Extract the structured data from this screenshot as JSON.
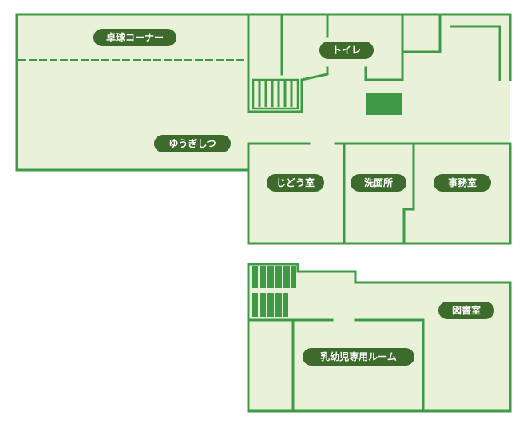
{
  "colors": {
    "wall": "#3f9a45",
    "floor": "#e9f2d9",
    "stair": "#3f9a45",
    "label_bg": "#3c6b2c",
    "label_text": "#ffffff",
    "background": "#ffffff"
  },
  "rooms": {
    "table_tennis": {
      "label": "卓球コーナー"
    },
    "toilet": {
      "label": "トイレ"
    },
    "playroom": {
      "label": "ゆうぎしつ"
    },
    "kids_room": {
      "label": "じどう室"
    },
    "washroom": {
      "label": "洗面所"
    },
    "office": {
      "label": "事務室"
    },
    "library": {
      "label": "図書室"
    },
    "infant_room": {
      "label": "乳幼児専用ルーム"
    }
  }
}
